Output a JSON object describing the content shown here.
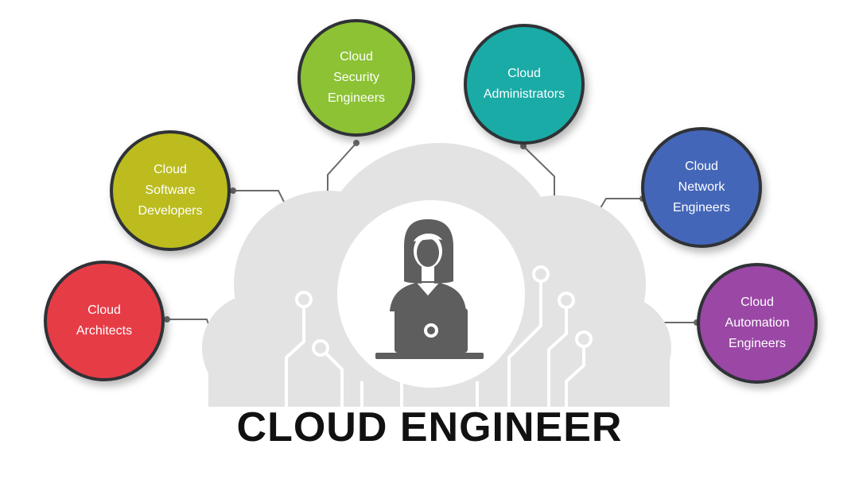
{
  "title": "CLOUD ENGINEER",
  "colors": {
    "cloud": "#e3e3e3",
    "connector": "#6b6b6b",
    "circle_border": "#2f3236",
    "icon": "#5e5e5e"
  },
  "center_icon": "engineer-at-laptop-icon",
  "roles": [
    {
      "id": "architects",
      "label": "Cloud\nArchitects",
      "color": "#e63c46"
    },
    {
      "id": "software-developers",
      "label": "Cloud\nSoftware\nDevelopers",
      "color": "#bcbc1f"
    },
    {
      "id": "security-engineers",
      "label": "Cloud\nSecurity\nEngineers",
      "color": "#8cc234"
    },
    {
      "id": "administrators",
      "label": "Cloud\nAdministrators",
      "color": "#1aaba6"
    },
    {
      "id": "network-engineers",
      "label": "Cloud\nNetwork\nEngineers",
      "color": "#4466b8"
    },
    {
      "id": "automation-engineers",
      "label": "Cloud\nAutomation\nEngineers",
      "color": "#9a47a5"
    }
  ]
}
